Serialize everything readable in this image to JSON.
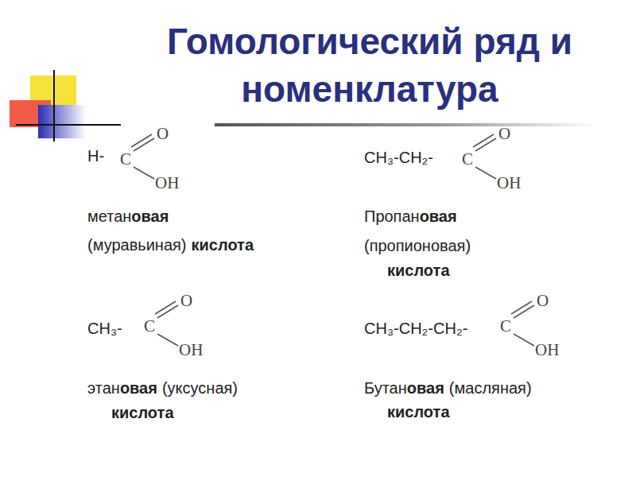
{
  "diagram": {
    "title": "Гомологический ряд и номенклатура",
    "labels": [
      "H-",
      "C",
      "O",
      "OH",
      "метан",
      "овая",
      "(муравьиная)",
      "кислота",
      "CH₃-CH₂-",
      "C",
      "O",
      "OH",
      "Пропан",
      "овая",
      "(пропионовая)",
      "кислота",
      "CH₃-",
      "C",
      "O",
      "OH",
      "этан",
      "овая",
      "(уксусная)",
      "кислота",
      "CH₃-CH₂-CH₂-",
      "C",
      "O",
      "OH",
      "Бутан",
      "овая",
      "(масляная)",
      "кислота"
    ]
  }
}
